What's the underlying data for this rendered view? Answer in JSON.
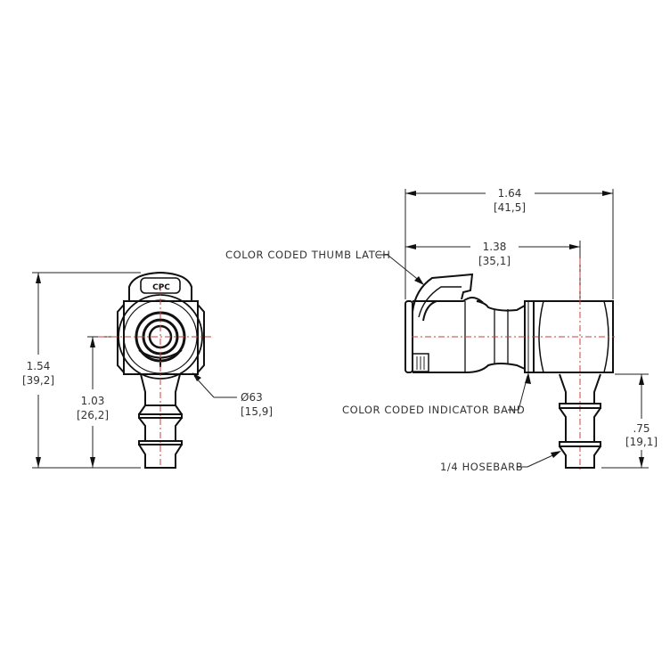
{
  "drawing": {
    "front_view": {
      "overall_height": {
        "value": "1.54",
        "metric": "[39,2]"
      },
      "center_height": {
        "value": "1.03",
        "metric": "[26,2]"
      },
      "diameter": {
        "value": "Ø63",
        "metric": "[15,9]"
      },
      "logo_text": "CPC"
    },
    "side_view": {
      "overall_length": {
        "value": "1.64",
        "metric": "[41,5]"
      },
      "center_length": {
        "value": "1.38",
        "metric": "[35,1]"
      },
      "barb_height": {
        "value": ".75",
        "metric": "[19,1]"
      }
    },
    "callouts": {
      "thumb_latch": "COLOR CODED THUMB LATCH",
      "indicator_band": "COLOR CODED INDICATOR BAND",
      "hosebarb": "1/4 HOSEBARB"
    },
    "colors": {
      "line": "#111111",
      "centerline": "#d23c3c",
      "background": "#ffffff"
    }
  }
}
